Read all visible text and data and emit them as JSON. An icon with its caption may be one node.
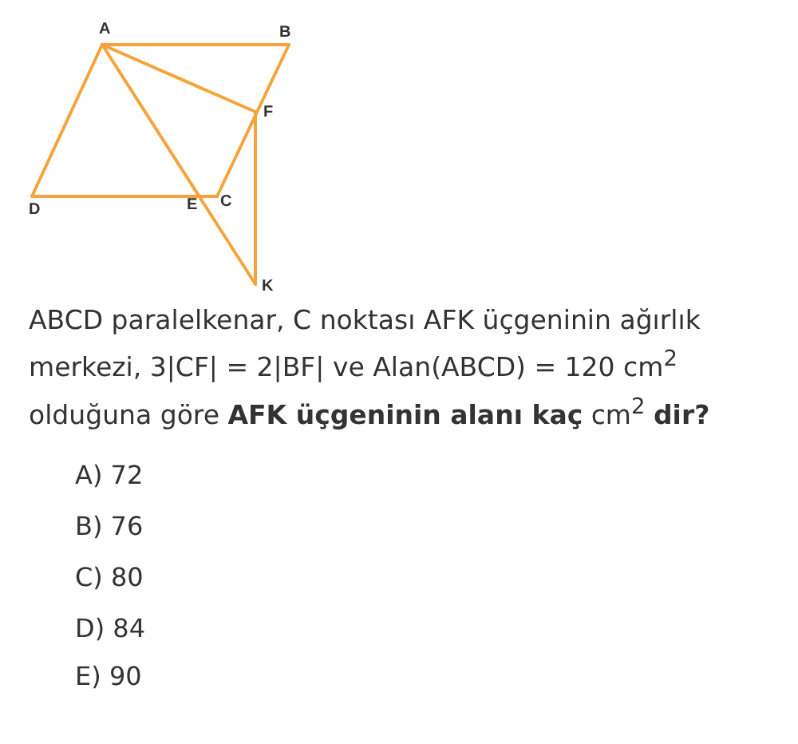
{
  "diagram": {
    "labels": [
      "A",
      "B",
      "F",
      "D",
      "E",
      "C",
      "K",
      "ABCD paralelkenar, C noktası AFK üçgeninin ağırlık merkezi, 3|CF| = 2|BF|  ve Alan(ABCD) = 120   cm$^{2}$ olduğuna göre **AFK üçgeninin alanı kaç** cm$^{2}$ **dir?**",
      "A) 72",
      "B) 76",
      "C) 80",
      "D) 84",
      "E) 90"
    ]
  }
}
